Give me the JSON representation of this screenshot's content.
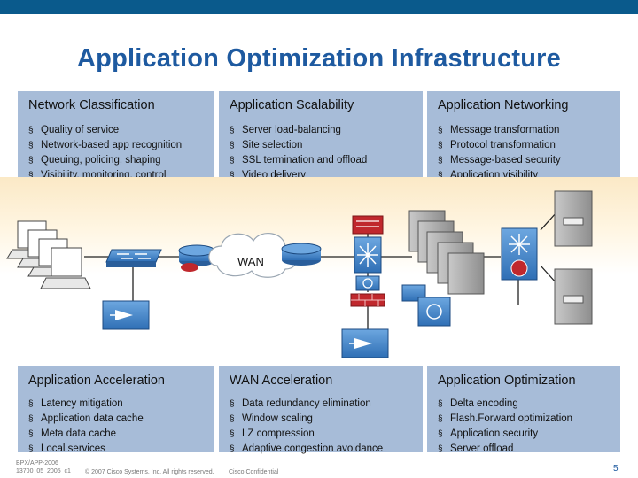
{
  "title": "Application Optimization Infrastructure",
  "top_panels": [
    {
      "heading": "Network Classification",
      "items": [
        "Quality of service",
        "Network-based app recognition",
        "Queuing, policing, shaping",
        "Visibility, monitoring, control"
      ]
    },
    {
      "heading": "Application Scalability",
      "items": [
        "Server load-balancing",
        "Site selection",
        "SSL termination and offload",
        "Video delivery"
      ]
    },
    {
      "heading": "Application Networking",
      "items": [
        "Message transformation",
        "Protocol transformation",
        "Message-based security",
        "Application visibility"
      ]
    }
  ],
  "bottom_panels": [
    {
      "heading": "Application Acceleration",
      "items": [
        "Latency mitigation",
        "Application data cache",
        "Meta data cache",
        "Local services"
      ]
    },
    {
      "heading": "WAN Acceleration",
      "items": [
        "Data redundancy elimination",
        "Window scaling",
        "LZ compression",
        "Adaptive congestion avoidance"
      ]
    },
    {
      "heading": "Application Optimization",
      "items": [
        "Delta encoding",
        "Flash.Forward optimization",
        "Application security",
        "Server offload"
      ]
    }
  ],
  "diagram": {
    "wan_label": "WAN"
  },
  "footer": {
    "code": "BPX/APP-2006\n13700_05_2005_c1",
    "copyright": "© 2007 Cisco Systems, Inc. All rights reserved.",
    "confidential": "Cisco Confidential",
    "page_number": "5"
  },
  "colors": {
    "title": "#1e5aa0",
    "panel": "#a7bcd8",
    "stripe": "#0a5a8c",
    "router": "#3e7fc2"
  }
}
